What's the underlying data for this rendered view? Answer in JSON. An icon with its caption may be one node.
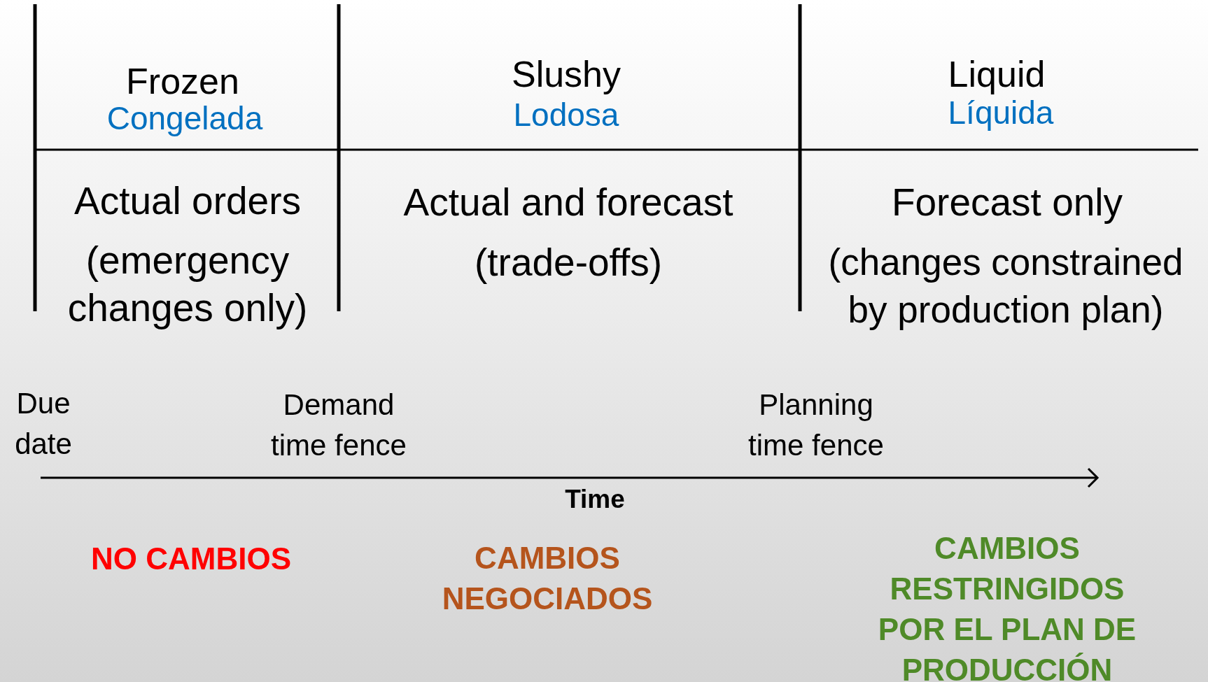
{
  "diagram": {
    "labels": [
      "Frozen",
      "Congelada",
      "Slushy",
      "Lodosa",
      "Liquid",
      "Líquida",
      "Actual orders",
      "(emergency changes only)",
      "Actual and forecast",
      "(trade-offs)",
      "Forecast only",
      "(changes constrained by production plan)",
      "Due date",
      "Demand time fence",
      "Planning time fence",
      "Time",
      "NO CAMBIOS",
      "CAMBIOS NEGOCIADOS",
      "CAMBIOS RESTRINGIDOS POR EL PLAN DE PRODUCCIÓN"
    ]
  }
}
